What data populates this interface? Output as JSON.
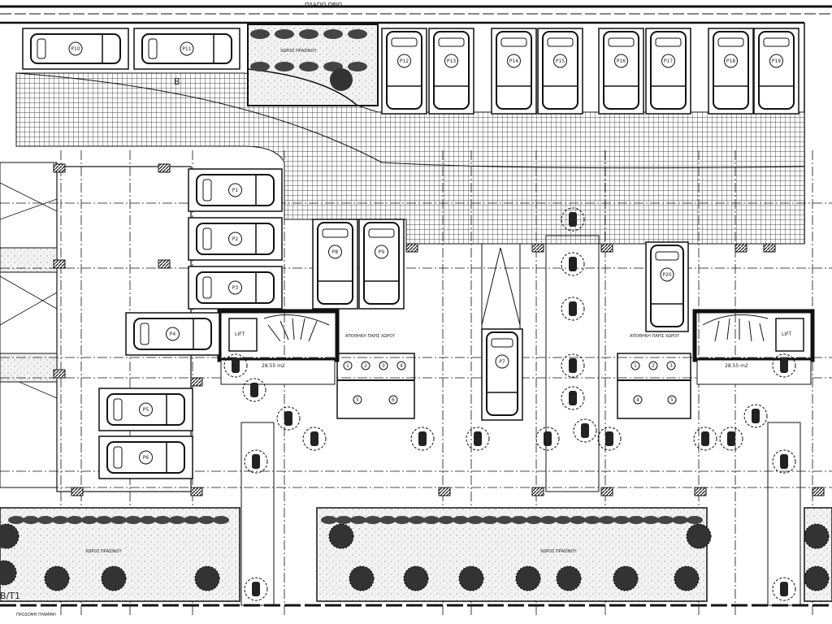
{
  "drawing": {
    "boundary_label": "ΠΛΑΓΙΟ ΟΡΙΟ",
    "section_marker": "B",
    "section_marker_bottom": "B/T1",
    "lift_label": "LIFT",
    "storage_label": "ΑΠΟΘΗΚΗ ΠΑΡΙΣ ΧΩΡΟΥ",
    "left_core_area": "28.55 m2",
    "right_core_area": "28.55 m2",
    "garden_label": "ΧΩΡΟΣ ΠΡΑΣΙΝΟΥ",
    "bottom_boundary_label": "ΠΡΟΣΟΨΗ ΓΡΑΜΜΗ",
    "storage_units_left": [
      "1",
      "2",
      "3",
      "4",
      "5",
      "6"
    ],
    "storage_units_right": [
      "1",
      "2",
      "3",
      "4",
      "5"
    ]
  },
  "parking": [
    "P10",
    "P11",
    "P12",
    "P13",
    "P14",
    "P15",
    "P16",
    "P17",
    "P18",
    "P19",
    "P1",
    "P2",
    "P3",
    "P4",
    "P5",
    "P6",
    "P8",
    "P9",
    "P7",
    "P20"
  ],
  "colors": {
    "line": "#111111",
    "hatch": "#555555",
    "garden": "#dcdcdc"
  }
}
